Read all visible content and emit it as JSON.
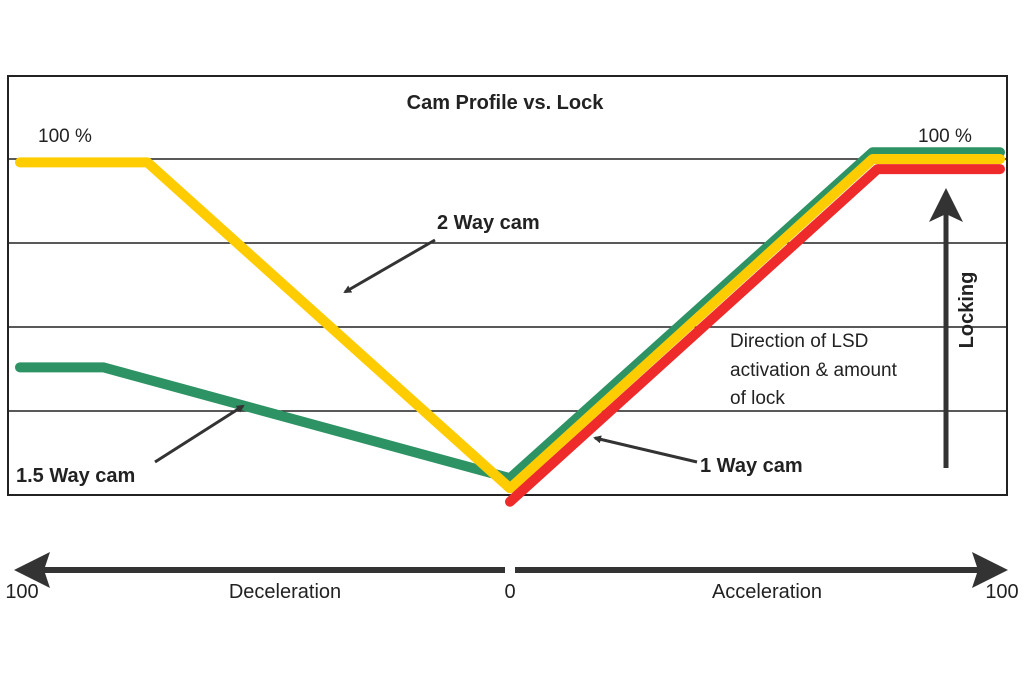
{
  "chart_data": {
    "type": "line",
    "title": "Cam Profile vs. Lock",
    "y_top_label_left": "100 %",
    "y_top_label_right": "100 %",
    "xlim": [
      -100,
      100
    ],
    "ylim": [
      0,
      100
    ],
    "grid": true,
    "x_axis": {
      "left_label": "100",
      "center_label": "0",
      "right_label": "100",
      "negative_label": "Deceleration",
      "positive_label": "Acceleration"
    },
    "series": [
      {
        "name": "1.5 Way cam",
        "color": "#2e9364",
        "points": [
          [
            -100,
            38
          ],
          [
            -83,
            38
          ],
          [
            0,
            5
          ],
          [
            74,
            102
          ],
          [
            100,
            102
          ]
        ]
      },
      {
        "name": "2 Way cam",
        "color": "#ffcc00",
        "points": [
          [
            -100,
            99
          ],
          [
            -74,
            99
          ],
          [
            0,
            2
          ],
          [
            74,
            100
          ],
          [
            100,
            100
          ]
        ]
      },
      {
        "name": "1 Way cam",
        "color": "#ee2a2a",
        "points": [
          [
            0,
            -2
          ],
          [
            75,
            97
          ],
          [
            100,
            97
          ]
        ]
      }
    ],
    "annotations": {
      "two_way": "2 Way cam",
      "one_five_way": "1.5 Way cam",
      "one_way": "1 Way cam",
      "direction_lines": [
        "Direction of LSD",
        "activation & amount",
        "of lock"
      ],
      "locking": "Locking"
    }
  }
}
